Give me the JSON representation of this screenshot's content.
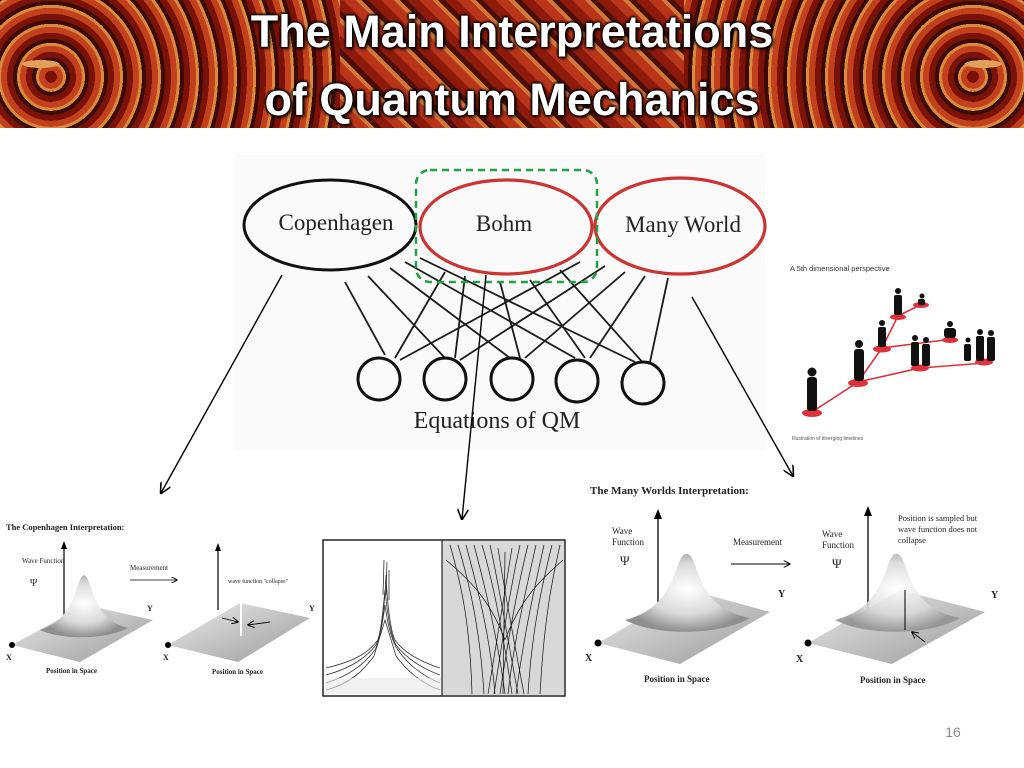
{
  "slide": {
    "title_line1": "The Main Interpretations",
    "title_line2": "of Quantum Mechanics",
    "page_number": "16"
  },
  "diagram": {
    "interpretations": [
      "Copenhagen",
      "Bohm",
      "Many World"
    ],
    "equations_label": "Equations of QM",
    "highlight_color": "#22a045",
    "bohm_color": "#cc3333"
  },
  "timelines": {
    "title": "A 5th dimensional perspective",
    "caption": "Illustration of diverging timelines"
  },
  "copenhagen": {
    "title": "The Copenhagen Interpretation:",
    "wave_function": "Wave Function",
    "psi": "Ψ",
    "measurement": "Measurement",
    "collapse_note": "wave function \"collapse\"",
    "axis_x": "X",
    "axis_y": "Y",
    "position": "Position in Space"
  },
  "many_worlds": {
    "title": "The Many Worlds Interpretation:",
    "wave_line1": "Wave",
    "wave_line2": "Function",
    "psi": "Ψ",
    "measurement": "Measurement",
    "note_line1": "Position is sampled but",
    "note_line2": "wave function does not",
    "note_line3": "collapse",
    "axis_x": "X",
    "axis_y": "Y",
    "position": "Position in Space"
  }
}
